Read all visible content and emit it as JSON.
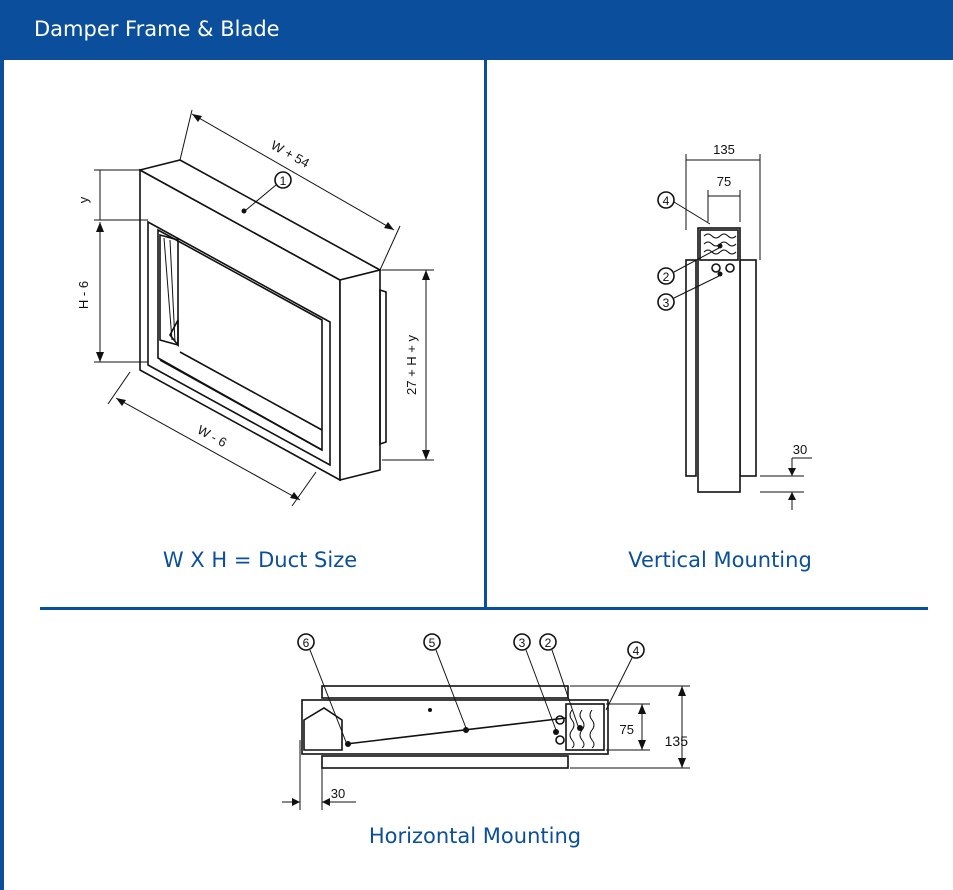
{
  "header": {
    "title": "Damper Frame & Blade"
  },
  "colors": {
    "brand": "#0b4f9c",
    "line": "#111111"
  },
  "panels": {
    "frame": {
      "caption": "W X H = Duct Size",
      "dims": {
        "depth": "W + 54",
        "y": "y",
        "height": "H - 6",
        "width": "W - 6",
        "overall": "27 + H + y"
      },
      "callouts": {
        "frame": "1"
      }
    },
    "vertical": {
      "caption": "Vertical Mounting",
      "dims": {
        "outer": "135",
        "inner": "75",
        "offset": "30"
      },
      "callouts": {
        "c4": "4",
        "c2": "2",
        "c3": "3"
      }
    },
    "horizontal": {
      "caption": "Horizontal Mounting",
      "dims": {
        "outer": "135",
        "inner": "75",
        "offset": "30"
      },
      "callouts": {
        "c6": "6",
        "c5": "5",
        "c3": "3",
        "c2": "2",
        "c4": "4"
      }
    }
  }
}
